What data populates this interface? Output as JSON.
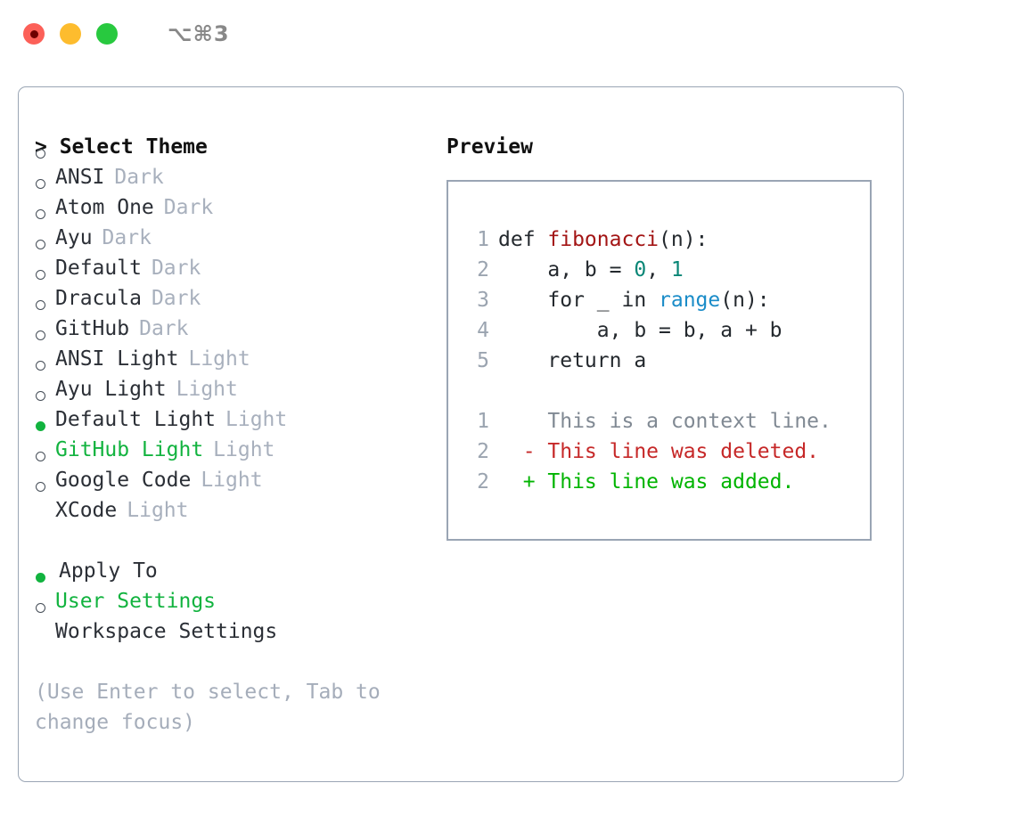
{
  "titlebar": {
    "shortcut": "⌥⌘3",
    "dots": [
      {
        "name": "close",
        "color": "#fc6058"
      },
      {
        "name": "minimize",
        "color": "#fdbc2e"
      },
      {
        "name": "maximize",
        "color": "#28c93f"
      }
    ]
  },
  "theme_picker": {
    "header": "> Select Theme",
    "options": [
      {
        "label": "ANSI",
        "tag": "Dark",
        "selected": false
      },
      {
        "label": "Atom One",
        "tag": "Dark",
        "selected": false
      },
      {
        "label": "Ayu",
        "tag": "Dark",
        "selected": false
      },
      {
        "label": "Default",
        "tag": "Dark",
        "selected": false
      },
      {
        "label": "Dracula",
        "tag": "Dark",
        "selected": false
      },
      {
        "label": "GitHub",
        "tag": "Dark",
        "selected": false
      },
      {
        "label": "ANSI Light",
        "tag": "Light",
        "selected": false
      },
      {
        "label": "Ayu Light",
        "tag": "Light",
        "selected": false
      },
      {
        "label": "Default Light",
        "tag": "Light",
        "selected": false
      },
      {
        "label": "GitHub Light",
        "tag": "Light",
        "selected": true
      },
      {
        "label": "Google Code",
        "tag": "Light",
        "selected": false
      },
      {
        "label": "XCode",
        "tag": "Light",
        "selected": false
      }
    ]
  },
  "apply_to": {
    "label": "Apply To",
    "options": [
      {
        "label": "User Settings",
        "selected": true
      },
      {
        "label": "Workspace Settings",
        "selected": false
      }
    ]
  },
  "hint": "(Use Enter to select, Tab to change focus)",
  "preview": {
    "title": "Preview",
    "code_lines": [
      {
        "number": "1",
        "segments": [
          {
            "text": "def ",
            "type": "plain"
          },
          {
            "text": "fibonacci",
            "type": "function"
          },
          {
            "text": "(n):",
            "type": "plain"
          }
        ]
      },
      {
        "number": "2",
        "segments": [
          {
            "text": "    a, b = ",
            "type": "plain"
          },
          {
            "text": "0",
            "type": "number"
          },
          {
            "text": ", ",
            "type": "plain"
          },
          {
            "text": "1",
            "type": "number"
          }
        ]
      },
      {
        "number": "3",
        "segments": [
          {
            "text": "    for _ in ",
            "type": "plain"
          },
          {
            "text": "range",
            "type": "call"
          },
          {
            "text": "(n):",
            "type": "plain"
          }
        ]
      },
      {
        "number": "4",
        "segments": [
          {
            "text": "        a, b = b, a + b",
            "type": "plain"
          }
        ]
      },
      {
        "number": "5",
        "segments": [
          {
            "text": "    return a",
            "type": "plain"
          }
        ]
      }
    ],
    "diff_lines": [
      {
        "number": "1",
        "marker": " ",
        "text": " This is a context line.",
        "type": "context"
      },
      {
        "number": "2",
        "marker": "-",
        "text": " This line was deleted.",
        "type": "deleted"
      },
      {
        "number": "2",
        "marker": "+",
        "text": " This line was added.",
        "type": "added"
      }
    ]
  },
  "colors": {
    "accent_green": "#12b33f",
    "diff_added": "#00b400",
    "diff_deleted": "#c62828",
    "syntax_function": "#a31515",
    "syntax_number": "#098676",
    "syntax_call": "#1a8cc8",
    "muted": "#a8b0bd",
    "border": "#9aa5b4"
  }
}
